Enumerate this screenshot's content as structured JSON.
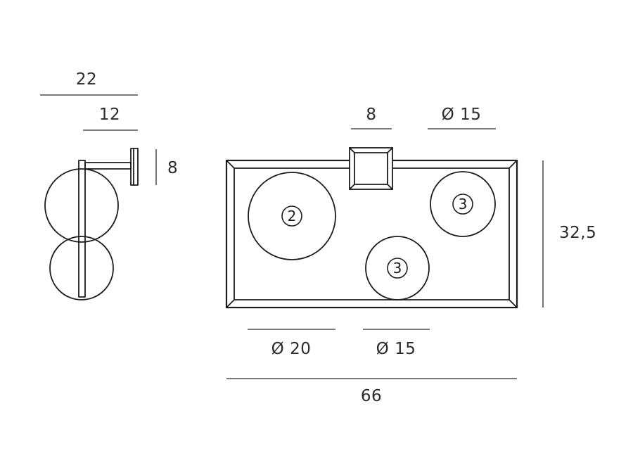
{
  "colors": {
    "line": "#1c1c1c",
    "text": "#2b2b2b",
    "background": "#ffffff"
  },
  "side_view": {
    "dims": {
      "total_depth": "22",
      "arm_length": "12",
      "bracket_height": "8"
    }
  },
  "front_view": {
    "dims": {
      "mount_width": "8",
      "top_right_sphere_diameter": "Ø 15",
      "height": "32,5",
      "large_sphere_diameter": "Ø 20",
      "bottom_sphere_diameter": "Ø 15",
      "total_width": "66"
    },
    "part_labels": {
      "large_sphere": "2",
      "top_right_sphere": "3",
      "bottom_sphere": "3"
    }
  }
}
